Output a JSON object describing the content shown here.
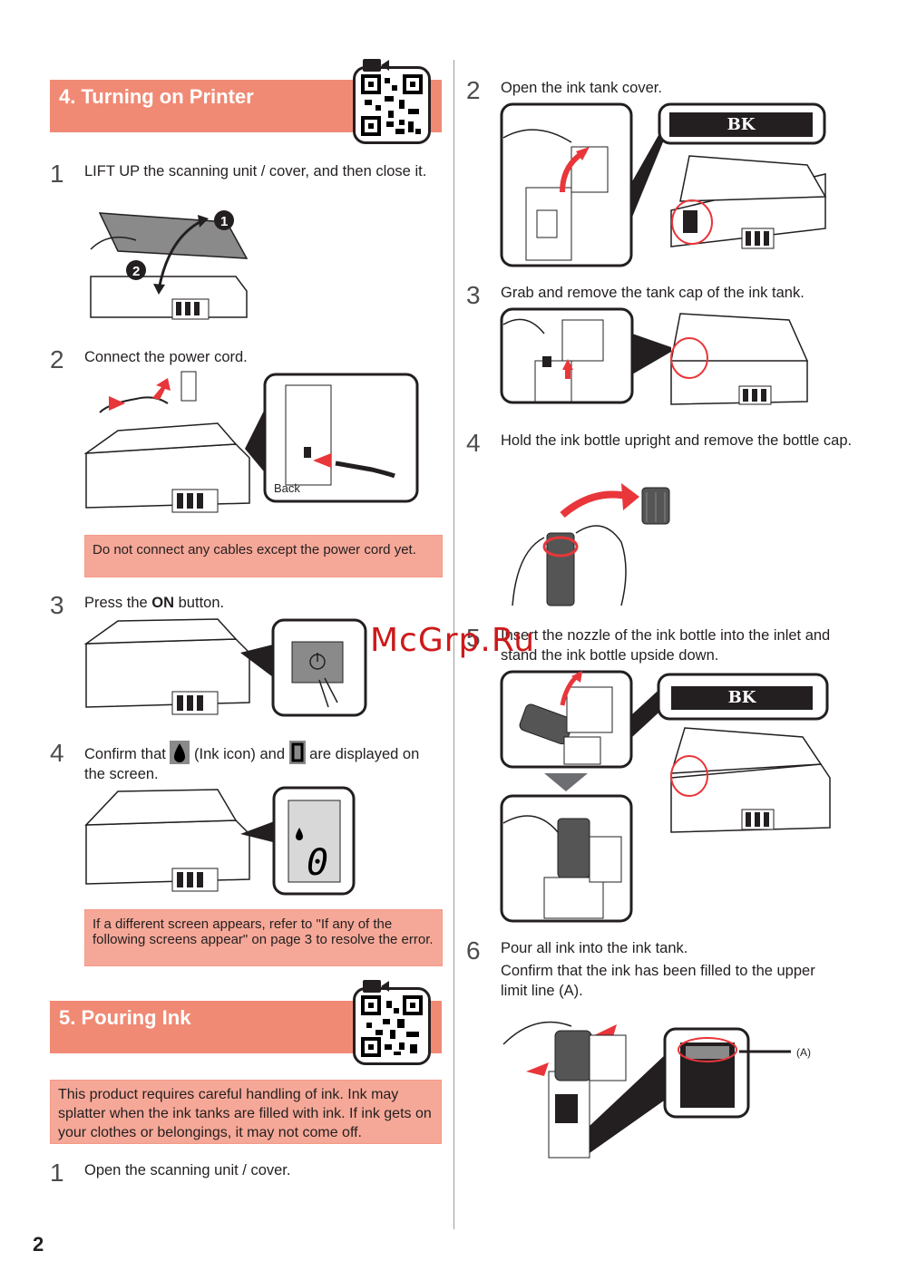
{
  "section4": {
    "title": "4. Turning on Printer",
    "steps": [
      {
        "num": "1",
        "text": "LIFT UP the scanning unit / cover, and then close it."
      },
      {
        "num": "2",
        "text": "Connect the power cord."
      },
      {
        "num": "3",
        "text_before": "Press the ",
        "text_bold": "ON",
        "text_after": " button."
      },
      {
        "num": "4",
        "text_a": "Confirm that ",
        "text_b": " (Ink icon) and ",
        "text_c": " are displayed on the screen."
      }
    ],
    "back_label": "Back",
    "note_power": "Do not connect any cables except the power cord yet.",
    "note_screen": "If a different screen appears, refer to \"If any of the following screens appear\" on page 3 to resolve the error.",
    "callout_1": "1",
    "callout_2": "2",
    "display_digit": "0"
  },
  "section5": {
    "title": "5. Pouring Ink",
    "note_caution": "This product requires careful handling of ink. Ink may splatter when the ink tanks are filled with ink. If ink gets on your clothes or belongings, it may not come off.",
    "steps": [
      {
        "num": "1",
        "text": "Open the scanning unit / cover."
      },
      {
        "num": "2",
        "text": "Open the ink tank cover."
      },
      {
        "num": "3",
        "text": "Grab and remove the tank cap of the ink tank."
      },
      {
        "num": "4",
        "text": "Hold the ink bottle upright and remove the bottle cap."
      },
      {
        "num": "5",
        "text": "Insert the nozzle of the ink bottle into the inlet and stand the ink bottle upside down."
      },
      {
        "num": "6",
        "text": "Pour all ink into the ink tank.",
        "text2": "Confirm that the ink has been filled to the upper limit line (A)."
      }
    ],
    "tank_label": "BK",
    "upper_limit_label": "(A)"
  },
  "page_number": "2",
  "watermark": "McGrp.Ru",
  "colors": {
    "header": "#f08a75",
    "note": "#f6a898",
    "arrow": "#e8363a"
  }
}
